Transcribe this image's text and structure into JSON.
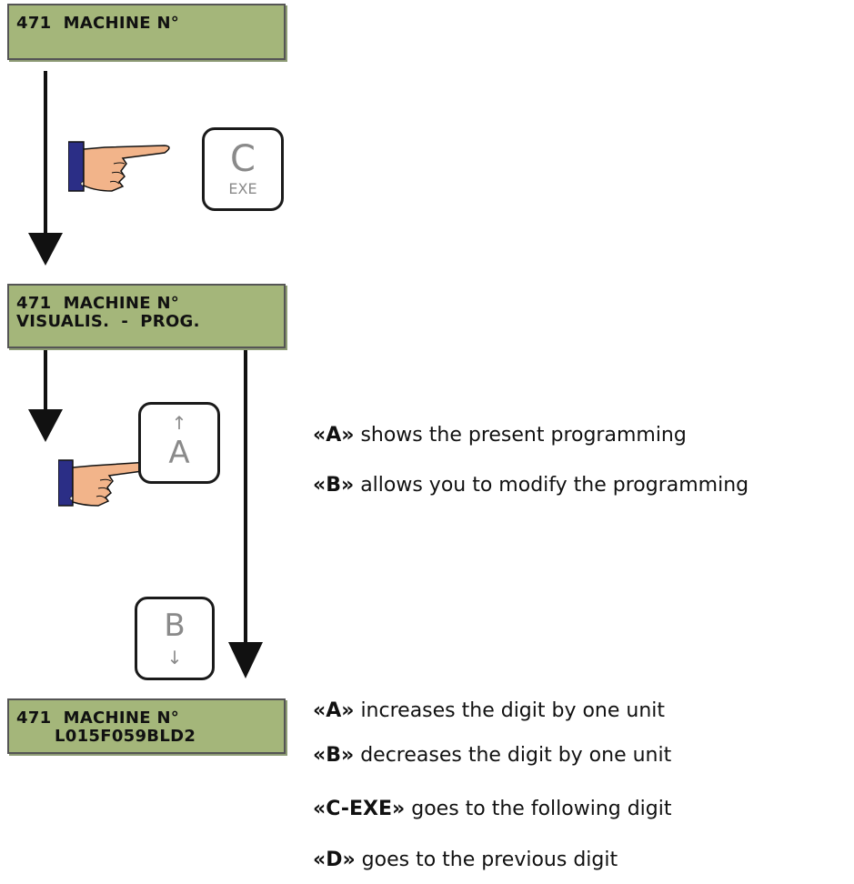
{
  "lcd_top": {
    "line1": "471  MACHINE N°"
  },
  "lcd_mid": {
    "line1": "471  MACHINE N°",
    "line2": "VISUALIS.  -  PROG."
  },
  "lcd_bottom": {
    "line1": "471  MACHINE N°",
    "line2": "L015F059BLD2"
  },
  "keys": {
    "c_exe": {
      "letter": "C",
      "sub": "EXE"
    },
    "a": {
      "letter": "A"
    },
    "b": {
      "letter": "B"
    }
  },
  "notes_mid": [
    {
      "key": "«A»",
      "text": " shows the present programming"
    },
    {
      "key": "«B»",
      "text": " allows you to modify the programming"
    }
  ],
  "notes_bottom": [
    {
      "key": "«A»",
      "text": " increases the digit by one unit"
    },
    {
      "key": "«B»",
      "text": " decreases the digit by one unit"
    },
    {
      "key": "«C-EXE»",
      "text": " goes to the following digit"
    },
    {
      "key": "«D»",
      "text": " goes to the previous digit"
    }
  ],
  "icons": [
    "pointing-hand-icon",
    "up-arrow-icon",
    "down-arrow-icon",
    "flow-arrow-icon"
  ],
  "colors": {
    "lcd_background": "#a4b67a",
    "key_glyph": "#8a8a8a",
    "sleeve": "#2b2e86",
    "skin": "#f2b48a"
  }
}
